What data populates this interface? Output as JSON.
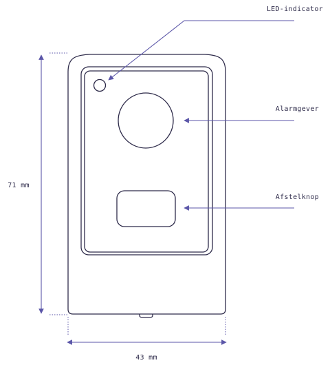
{
  "labels": {
    "led": "LED-indicator",
    "alarm": "Alarmgever",
    "reset": "Afstelknop"
  },
  "dimensions": {
    "height": "71 mm",
    "width": "43 mm"
  },
  "colors": {
    "outline": "#2e2b4a",
    "annotation": "#5b56a8"
  }
}
